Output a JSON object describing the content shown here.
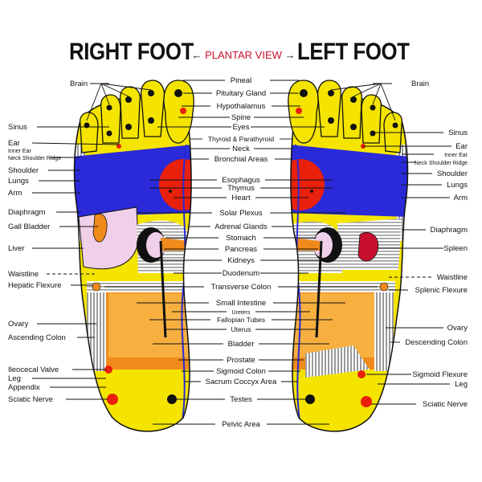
{
  "title": {
    "right": "RIGHT FOOT",
    "left": "LEFT FOOT",
    "view": "PLANTAR VIEW",
    "arrow_left": "←",
    "arrow_right": "→"
  },
  "left_labels": {
    "brain": "Brain",
    "sinus": "Sinus",
    "ear": "Ear",
    "inner_ear": "Inner Ear",
    "neck_shoulder_ridge": "Neck Shoulder Ridge",
    "shoulder": "Shoulder",
    "lungs": "Lungs",
    "arm": "Arm",
    "diaphragm": "Diaphragm",
    "gall_bladder": "Gall Bladder",
    "liver": "Liver",
    "waistline": "Waistline",
    "hepatic_flexure": "Hepatic Flexure",
    "ovary": "Ovary",
    "ascending_colon": "Ascending Colon",
    "ileocecal_valve": "Ileocecal Valve",
    "leg": "Leg",
    "appendix": "Appendix",
    "sciatic_nerve": "Sciatic Nerve"
  },
  "center_labels": {
    "pineal": "Pineal",
    "pituitary_gland": "Pituitary Gland",
    "hypothalamus": "Hypothalamus",
    "spine": "Spine",
    "eyes": "Eyes",
    "thyroid_parathyroid": "Thyroid & Parathyroid",
    "neck": "Neck",
    "bronchial_areas": "Bronchial Areas",
    "esophagus": "Esophagus",
    "thymus": "Thymus",
    "heart": "Heart",
    "solar_plexus": "Solar Plexus",
    "adrenal_glands": "Adrenal Glands",
    "stomach": "Stomach",
    "pancreas": "Pancreas",
    "kidneys": "Kidneys",
    "duodenum": "Duodenum",
    "transverse_colon": "Transverse Colon",
    "small_intestine": "Small Intestine",
    "ureters": "Ureters",
    "fallopian_tubes": "Fallopian Tubes",
    "uterus": "Uterus",
    "bladder": "Bladder",
    "prostate": "Prostate",
    "sigmoid_colon": "Sigmoid Colon",
    "sacrum_coccyx_area": "Sacrum Coccyx Area",
    "testes": "Testes",
    "pelvic_area": "Pelvic Area"
  },
  "right_labels": {
    "brain": "Brain",
    "sinus": "Sinus",
    "ear": "Ear",
    "inner_ear": "Inner Ear",
    "neck_shoulder_ridge": "Neck Shoulder Ridge",
    "shoulder": "Shoulder",
    "lungs": "Lungs",
    "arm": "Arm",
    "diaphragm": "Diaphragm",
    "spleen": "Spleen",
    "waistline": "Waistline",
    "splenic_flexure": "Splenic Flexure",
    "ovary": "Ovary",
    "descending_colon": "Descending Colon",
    "sigmoid_flexure": "Sigmoid Flexure",
    "leg": "Leg",
    "sciatic_nerve": "Sciatic Nerve"
  },
  "colors": {
    "yellow": "#f4e400",
    "blue": "#2a2ad8",
    "red": "#e8200c",
    "orange": "#f08a1a",
    "light_orange": "#f7b040",
    "pink": "#f0d0e8",
    "gray_stripe": "#9a9a9a",
    "black": "#111111"
  }
}
